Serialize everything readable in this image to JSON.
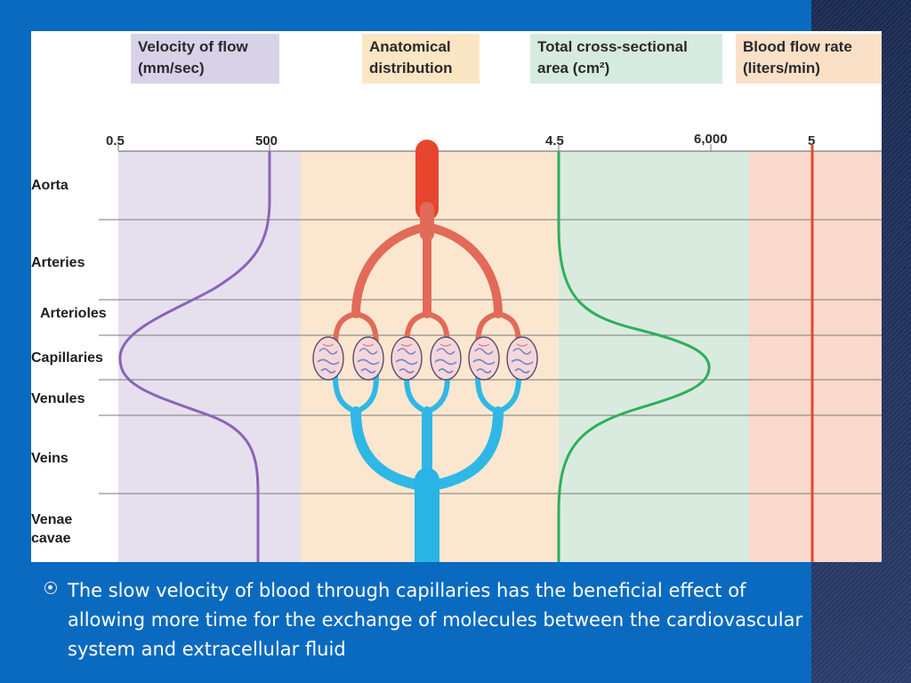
{
  "headers": {
    "velocity": "Velocity of flow\n(mm/sec)",
    "anatomical": "Anatomical\ndistribution",
    "area": "Total cross-sectional\narea (cm²)",
    "flow_rate": "Blood flow rate\n(liters/min)"
  },
  "scales": {
    "velocity_min": "0.5",
    "velocity_max": "500",
    "area_min": "4.5",
    "area_max": "6,000",
    "flow_rate": "5"
  },
  "rows": {
    "aorta": "Aorta",
    "arteries": "Arteries",
    "arterioles": "Arterioles",
    "capillaries": "Capillaries",
    "venules": "Venules",
    "veins": "Veins",
    "venae_cavae": "Venae\ncavae"
  },
  "caption": "The slow velocity of blood through capillaries has the beneficial effect of allowing more time for the exchange of molecules between the cardiovascular system and extracellular fluid",
  "colors": {
    "slide_bg": "#0a6ac0",
    "velocity_panel": "#e6e0ee",
    "anatomy_panel": "#fbe7d0",
    "area_panel": "#d9ebde",
    "flow_panel": "#f8d9cb",
    "velocity_curve": "#8a64b8",
    "area_curve": "#2fae5c",
    "flow_line": "#e24a30",
    "artery": "#e26a58",
    "vein": "#2fb8e6"
  }
}
